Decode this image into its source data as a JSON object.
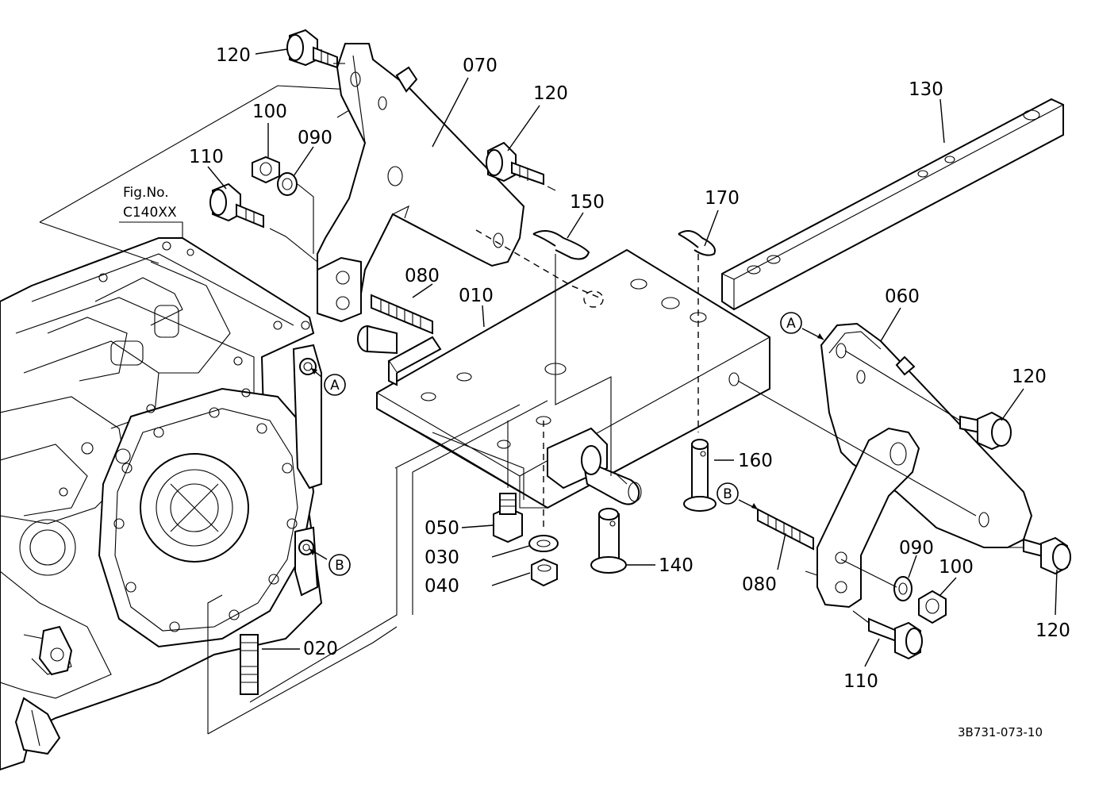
{
  "diagram_id": "3B731-073-10",
  "figure_ref": {
    "line1": "Fig.No.",
    "line2": "C140XX"
  },
  "reference_marks": {
    "a": "A",
    "b": "B"
  },
  "callouts": {
    "p010": "010",
    "p020": "020",
    "p030": "030",
    "p040": "040",
    "p050": "050",
    "p060": "060",
    "p070": "070",
    "p080_left": "080",
    "p080_right": "080",
    "p090_left": "090",
    "p090_right": "090",
    "p100_left": "100",
    "p100_right": "100",
    "p110_left": "110",
    "p110_right": "110",
    "p120_top_left": "120",
    "p120_top_center": "120",
    "p120_right_upper": "120",
    "p120_right_lower": "120",
    "p130": "130",
    "p140": "140",
    "p150": "150",
    "p160": "160",
    "p170": "170"
  }
}
